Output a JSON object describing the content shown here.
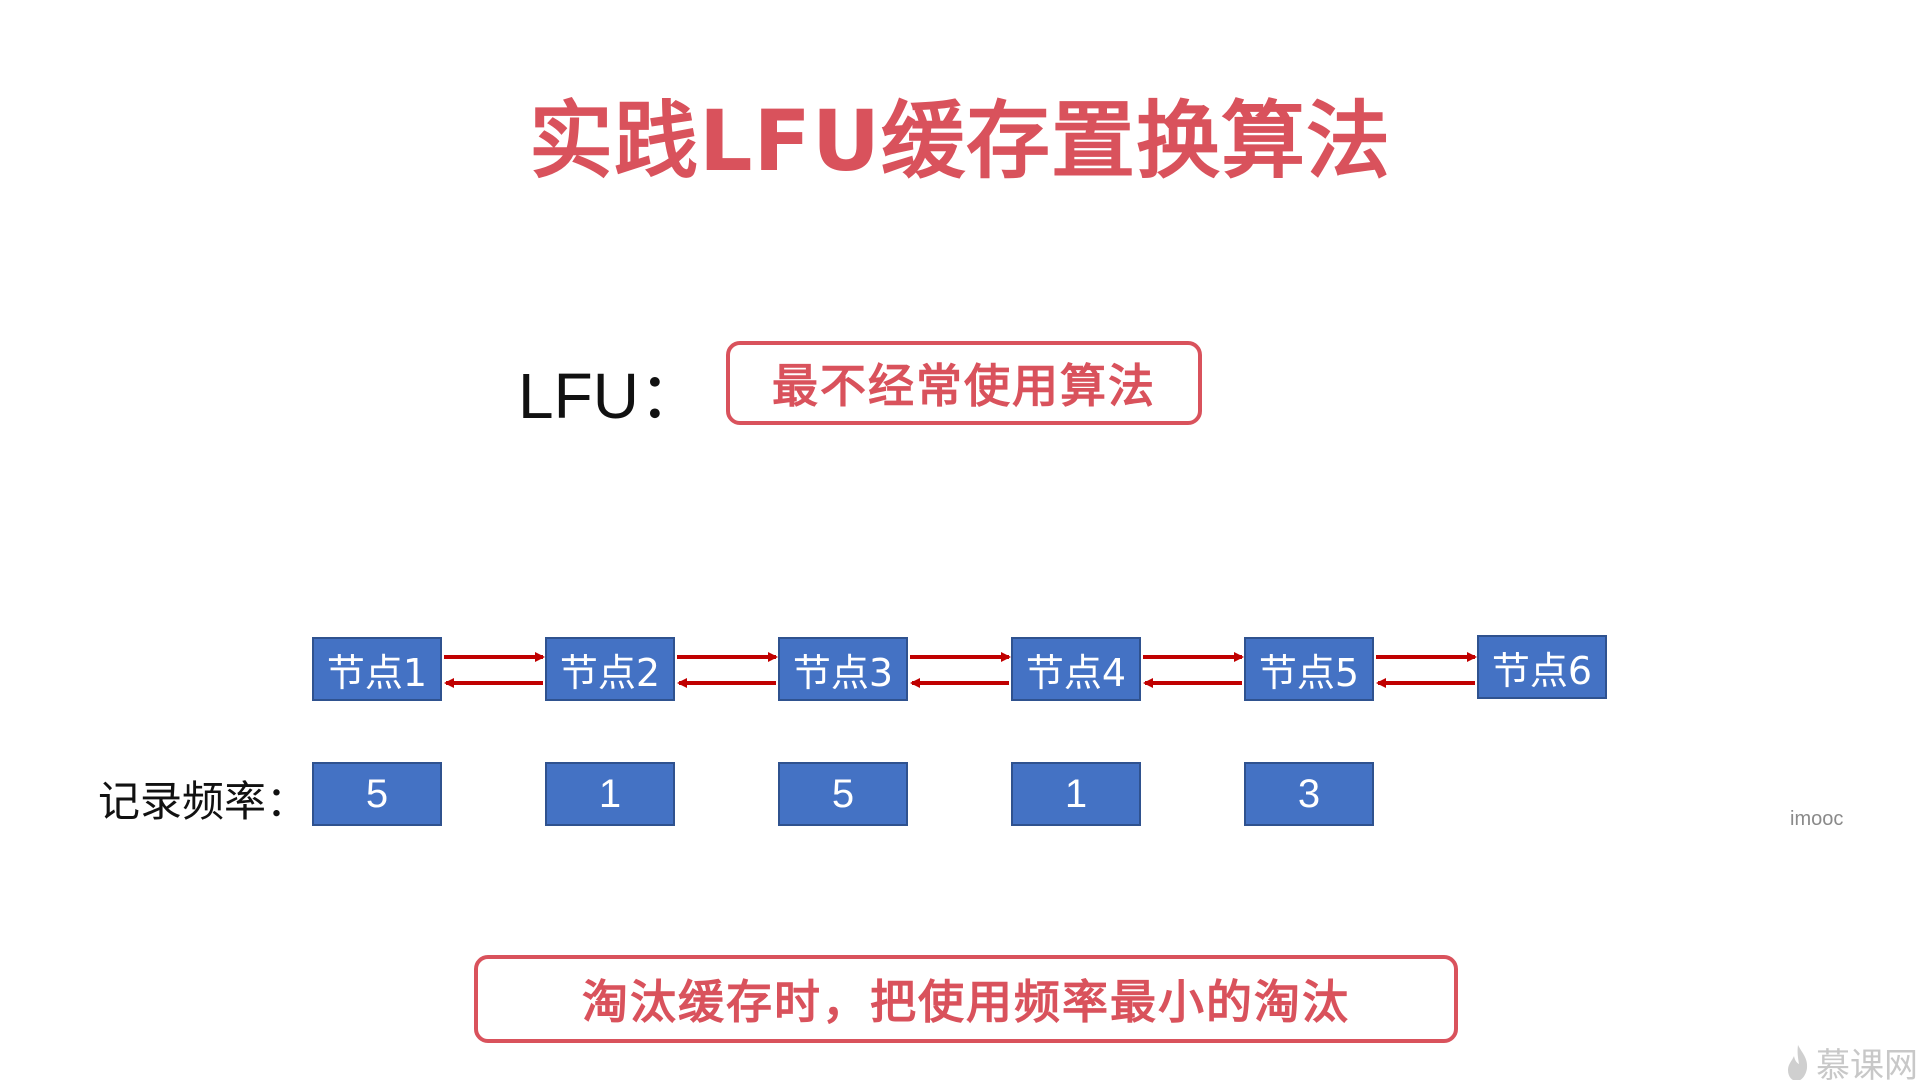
{
  "title": "实践LFU缓存置换算法",
  "lfu_label": "LFU：",
  "definition": "最不经常使用算法",
  "nodes": [
    "节点1",
    "节点2",
    "节点3",
    "节点4",
    "节点5",
    "节点6"
  ],
  "frequency_label": "记录频率：",
  "frequencies": [
    "5",
    "1",
    "5",
    "1",
    "3"
  ],
  "bottom_note": "淘汰缓存时，把使用频率最小的淘汰",
  "watermark": {
    "small_text": "imooc",
    "brand_text": "慕课网"
  },
  "colors": {
    "accent_red": "#d9525c",
    "node_blue": "#4472c4",
    "arrow_red": "#c00000"
  }
}
